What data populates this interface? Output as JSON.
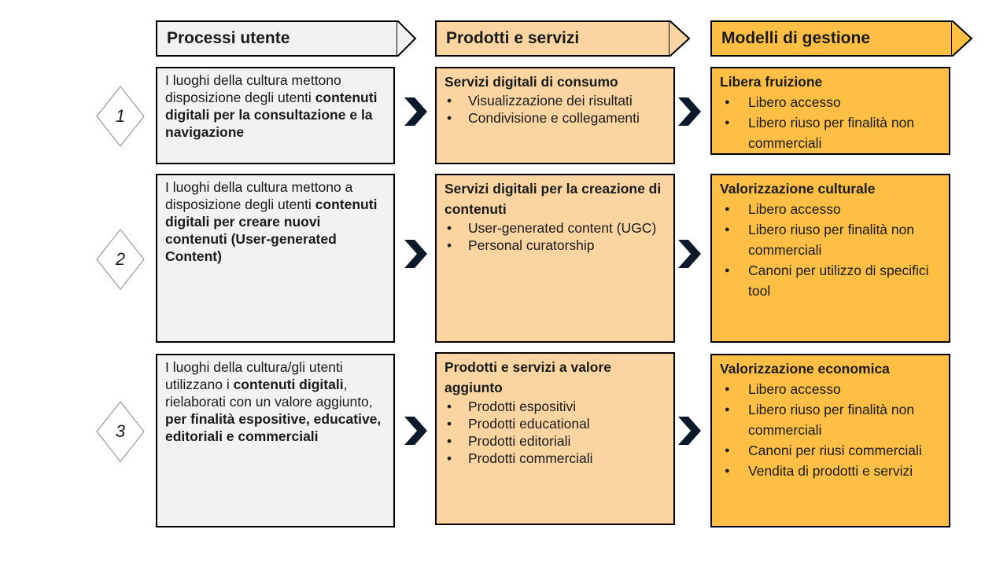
{
  "headers": {
    "processi": "Processi utente",
    "prodotti": "Prodotti e servizi",
    "modelli": "Modelli di gestione"
  },
  "colors": {
    "processi": "#f2f2f2",
    "prodotti": "#fad5a1",
    "modelli": "#ffbf44",
    "chevron": "#0d1a2a"
  },
  "icons": {
    "step_marker": "diamond-shape",
    "flow_arrow": "chevron-right-icon"
  },
  "rows": [
    {
      "number": "1",
      "processi": {
        "t1": "I luoghi della cultura mettono disposizione degli utenti ",
        "b1": "contenuti digitali per la consultazione e la navigazione",
        "t2": "",
        "b2": ""
      },
      "prodotti": {
        "title": "Servizi digitali di consumo",
        "items": [
          "Visualizzazione dei risultati",
          "Condivisione e collegamenti"
        ]
      },
      "modelli": {
        "title": "Libera fruizione",
        "items": [
          "Libero accesso",
          "Libero riuso per finalità non commerciali"
        ]
      }
    },
    {
      "number": "2",
      "processi": {
        "t1": "I luoghi della cultura mettono a disposizione degli utenti ",
        "b1": "contenuti digitali per creare nuovi contenuti (User-generated Content)",
        "t2": "",
        "b2": ""
      },
      "prodotti": {
        "title": "Servizi digitali per la creazione di contenuti",
        "items": [
          "User-generated content (UGC)",
          "Personal curatorship"
        ]
      },
      "modelli": {
        "title": "Valorizzazione culturale",
        "items": [
          "Libero accesso",
          "Libero riuso per finalità non commerciali",
          "Canoni per utilizzo di specifici tool"
        ]
      }
    },
    {
      "number": "3",
      "processi": {
        "t1": "I luoghi della cultura/gli utenti utilizzano i ",
        "b1": "contenuti digitali",
        "t2": ", rielaborati con un valore aggiunto, ",
        "b2": "per finalità espositive, educative, editoriali e commerciali"
      },
      "prodotti": {
        "title": "Prodotti e servizi a valore aggiunto",
        "items": [
          "Prodotti espositivi",
          "Prodotti educational",
          "Prodotti editoriali",
          "Prodotti commerciali"
        ]
      },
      "modelli": {
        "title": "Valorizzazione economica",
        "items": [
          "Libero accesso",
          "Libero riuso per finalità non commerciali",
          "Canoni per riusi commerciali",
          "Vendita di prodotti e servizi"
        ]
      }
    }
  ]
}
